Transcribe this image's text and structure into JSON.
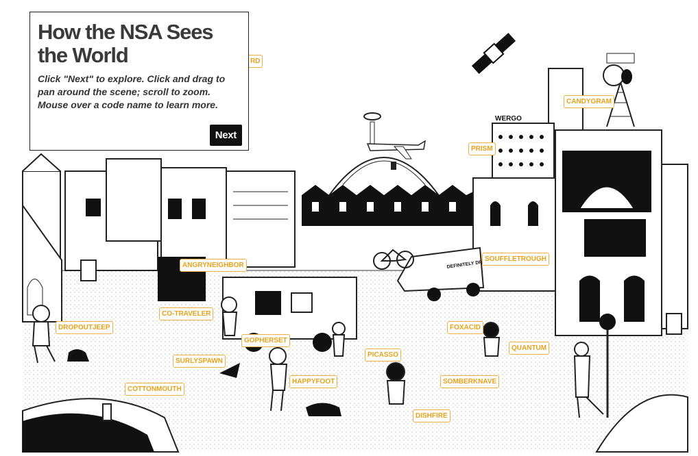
{
  "intro": {
    "title": "How the NSA Sees the World",
    "instructions": "Click \"Next\" to explore. Click and drag to pan around the scene; scroll to zoom. Mouse over a code name to learn more.",
    "next_label": "Next"
  },
  "scene_labels": {
    "partial_top": "RD",
    "dryclean_van_text": "DEFINITELY DRY CLEANING",
    "shop_sign": "WERGO"
  },
  "code_names": [
    "CANDYGRAM",
    "PRISM",
    "ANGRYNEIGHBOR",
    "SOUFFLETROUGH",
    "CO-TRAVELER",
    "DROPOUTJEEP",
    "GOPHERSET",
    "FOXACID",
    "QUANTUM",
    "SURLYSPAWN",
    "PICASSO",
    "HAPPYFOOT",
    "SOMBERKNAVE",
    "COTTONMOUTH",
    "DISHFIRE"
  ]
}
